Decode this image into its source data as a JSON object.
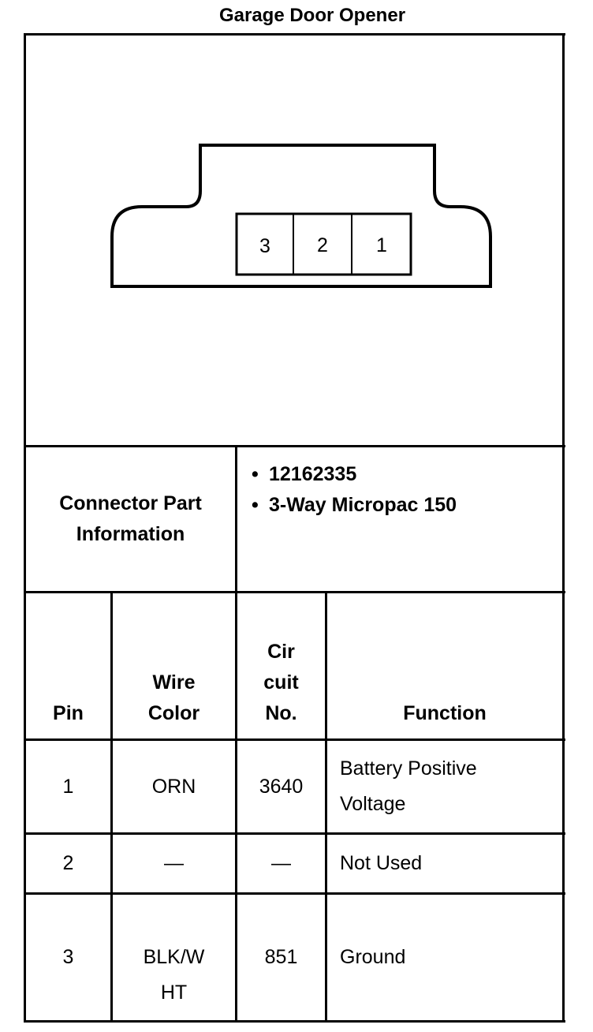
{
  "title": "Garage Door Opener",
  "connector_face": {
    "cavities": [
      "3",
      "2",
      "1"
    ]
  },
  "part_info": {
    "label": "Connector Part Information",
    "items": [
      "12162335",
      "3-Way Micropac 150"
    ]
  },
  "pin_table": {
    "headers": {
      "pin": "Pin",
      "wire_color": "Wire Color",
      "circuit_no": "Cir cuit No.",
      "function": "Function"
    },
    "rows": [
      {
        "pin": "1",
        "wire_color": "ORN",
        "circuit": "3640",
        "function": "Battery Positive Voltage"
      },
      {
        "pin": "2",
        "wire_color": "—",
        "circuit": "—",
        "function": "Not Used"
      },
      {
        "pin": "3",
        "wire_color": "BLK/W HT",
        "circuit": "851",
        "function": "Ground"
      }
    ]
  }
}
